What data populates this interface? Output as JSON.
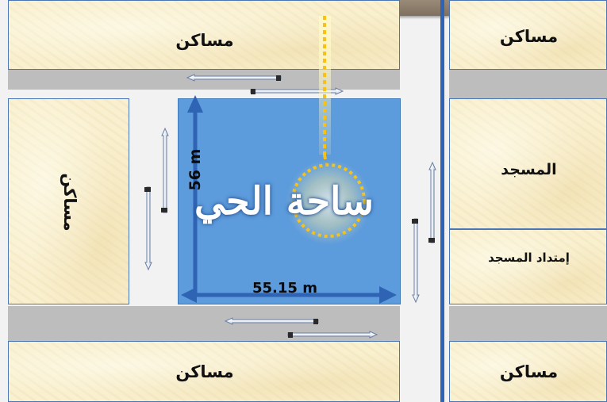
{
  "blocks": {
    "top_left": "مساكن",
    "top_right": "مساكن",
    "left": "مساكن",
    "mosque": "المسجد",
    "mosque_extension": "إمتداد المسجد",
    "bottom_left": "مساكن",
    "bottom_right": "مساكن"
  },
  "square": {
    "title": "ساحة الحي",
    "height_label": "56 m",
    "width_label": "55.15 m"
  },
  "colors": {
    "square_fill": "#5c9bdc",
    "square_border": "#3f78b8",
    "dimension_arrow": "#2f63b3",
    "road_divider": "#2f63b3",
    "pointer": "#f6c21a",
    "parchment": "#f9f0cf"
  },
  "icons": {
    "traffic_arrows": "double-line-arrow-icon"
  }
}
